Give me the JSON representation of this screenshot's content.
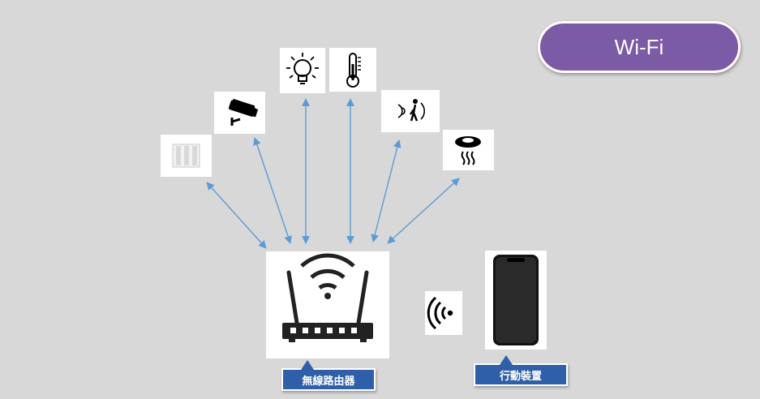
{
  "badge": {
    "label": "Wi-Fi"
  },
  "router": {
    "label": "無線路由器",
    "icon": "router-icon"
  },
  "phone": {
    "label": "行動裝置",
    "icon": "smartphone-icon"
  },
  "signal": {
    "icon": "wifi-signal-icon"
  },
  "devices": [
    {
      "name": "curtain",
      "icon": "curtain-icon"
    },
    {
      "name": "camera",
      "icon": "security-camera-icon"
    },
    {
      "name": "light",
      "icon": "light-bulb-icon"
    },
    {
      "name": "thermometer",
      "icon": "thermometer-icon"
    },
    {
      "name": "motion-sensor",
      "icon": "motion-sensor-icon"
    },
    {
      "name": "smoke-detector",
      "icon": "smoke-detector-icon"
    }
  ],
  "colors": {
    "background": "#d8d8d8",
    "badge": "#7b5aa6",
    "callout": "#2f5fa8",
    "arrow": "#5b9bd5"
  }
}
